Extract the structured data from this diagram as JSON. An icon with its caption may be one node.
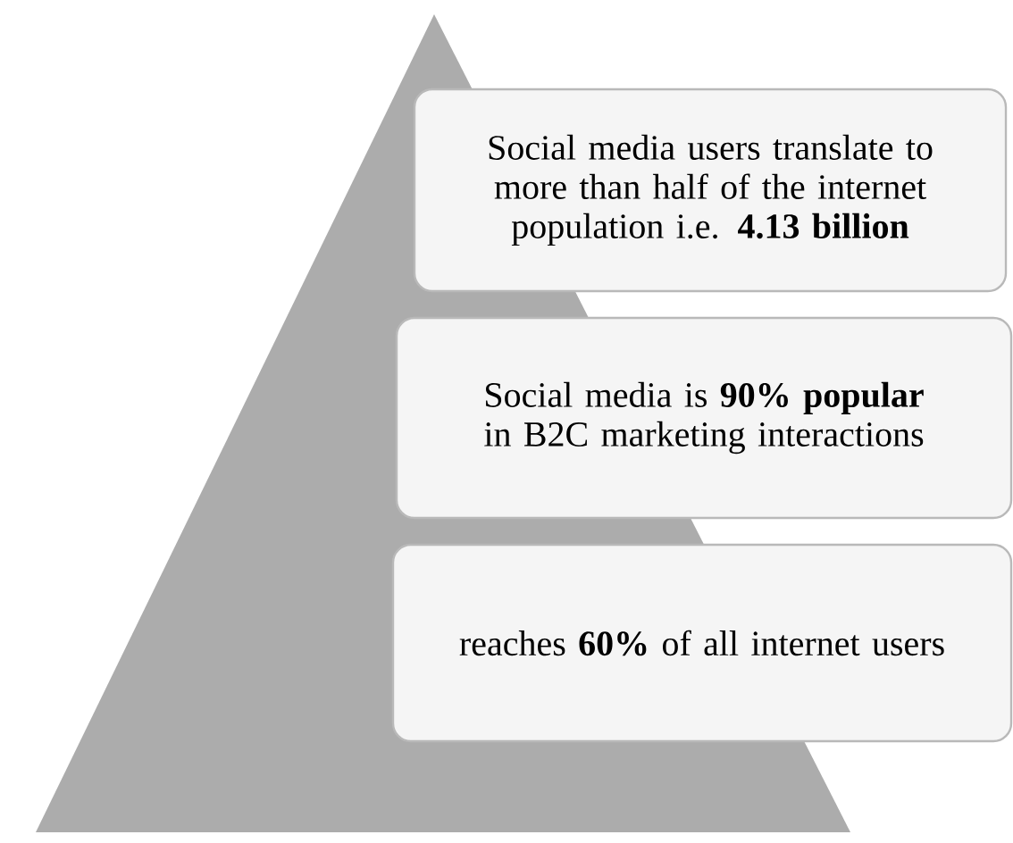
{
  "diagram": {
    "nodes": [
      {
        "text": [
          "Social media users translate to more than half of the internet population i.e. **4.13 billion**"
        ]
      },
      {
        "text": [
          "Social media is **90% popular** in B2C marketing interactions"
        ]
      },
      {
        "text": [
          "reaches **60%** of all internet users"
        ]
      }
    ]
  }
}
